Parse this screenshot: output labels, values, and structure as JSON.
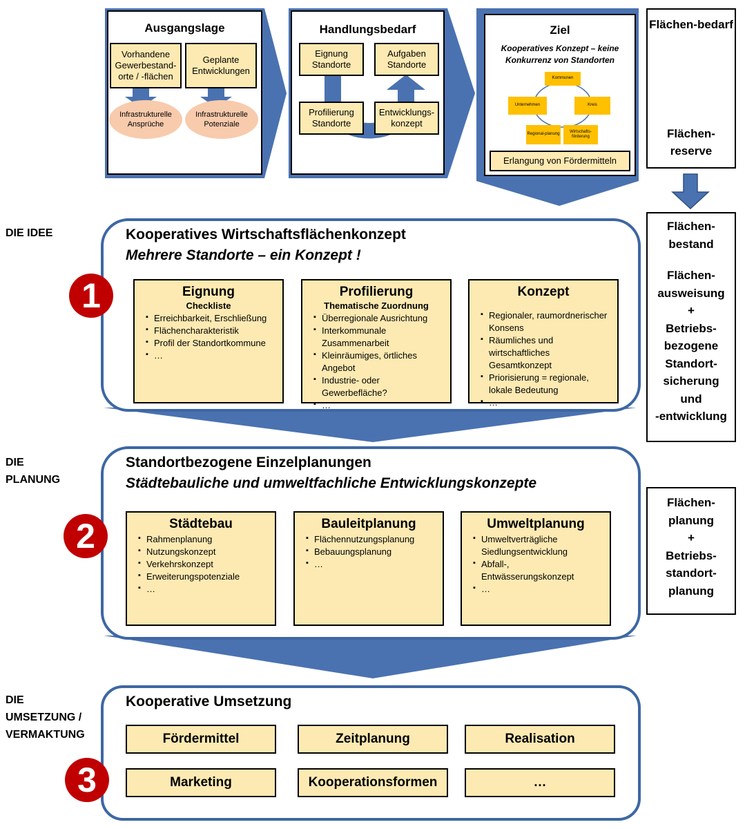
{
  "top": {
    "ausgangslage": {
      "title": "Ausgangslage",
      "box1": "Vorhandene Gewerbestand-orte / -flächen",
      "box2": "Geplante Entwicklungen",
      "ell1": "Infrastrukturelle Ansprüche",
      "ell2": "Infrastrukturelle Potenziale"
    },
    "handlungsbedarf": {
      "title": "Handlungsbedarf",
      "box1": "Eignung Standorte",
      "box2": "Aufgaben Standorte",
      "box3": "Profilierung Standorte",
      "box4": "Entwicklungs-konzept"
    },
    "ziel": {
      "title": "Ziel",
      "subtitle": "Kooperatives Konzept – keine Konkurrenz von Standorten",
      "nodes": [
        "Kommunen",
        "Unternehmen",
        "Kreis",
        "Regional-planung",
        "Wirtschafts-förderung"
      ],
      "footer": "Erlangung von Fördermitteln"
    }
  },
  "side": {
    "box1_top": "Flächen-bedarf",
    "box1_bottom": "Flächen-reserve",
    "box2": [
      "Flächen-",
      "bestand",
      "",
      "Flächen-",
      "ausweisung",
      "+",
      "Betriebs-",
      "bezogene",
      "Standort-",
      "sicherung",
      "und",
      "-entwicklung"
    ],
    "box3": [
      "Flächen-",
      "planung",
      "+",
      "Betriebs-",
      "standort-",
      "planung"
    ]
  },
  "labels": {
    "idee": "DIE IDEE",
    "planung": [
      "DIE",
      "PLANUNG"
    ],
    "umsetzung": [
      "DIE",
      "UMSETZUNG /",
      "VERMAKTUNG"
    ]
  },
  "section1": {
    "number": "1",
    "title": "Kooperatives Wirtschaftsflächenkonzept",
    "subtitle": "Mehrere Standorte – ein Konzept !",
    "boxes": [
      {
        "title": "Eignung",
        "sub": "Checkliste",
        "items": [
          "Erreichbarkeit, Erschließung",
          "Flächencharakteristik",
          "Profil der Standortkommune",
          "…"
        ]
      },
      {
        "title": "Profilierung",
        "sub": "Thematische Zuordnung",
        "items": [
          "Überregionale Ausrichtung",
          "Interkommunale Zusammenarbeit",
          "Kleinräumiges, örtliches Angebot",
          "Industrie- oder Gewerbefläche?",
          "…"
        ]
      },
      {
        "title": "Konzept",
        "sub": "",
        "items": [
          "Regionaler, raumordnerischer Konsens",
          "Räumliches und wirtschaftliches Gesamtkonzept",
          "Priorisierung = regionale, lokale Bedeutung",
          "…"
        ]
      }
    ]
  },
  "section2": {
    "number": "2",
    "title": "Standortbezogene Einzelplanungen",
    "subtitle": "Städtebauliche und umweltfachliche Entwicklungskonzepte",
    "boxes": [
      {
        "title": "Städtebau",
        "items": [
          "Rahmenplanung",
          "Nutzungskonzept",
          "Verkehrskonzept",
          "Erweiterungspotenziale",
          "…"
        ]
      },
      {
        "title": "Bauleitplanung",
        "items": [
          "Flächennutzungsplanung",
          "Bebauungsplanung",
          "…"
        ]
      },
      {
        "title": "Umweltplanung",
        "items": [
          "Umweltverträgliche Siedlungsentwicklung",
          "Abfall-, Entwässerungskonzept",
          "…"
        ]
      }
    ]
  },
  "section3": {
    "number": "3",
    "title": "Kooperative Umsetzung",
    "boxes": [
      "Fördermittel",
      "Zeitplanung",
      "Realisation",
      "Marketing",
      "Kooperationsformen",
      "…"
    ]
  },
  "colors": {
    "blue": "#4a72b0",
    "yellow": "#fdeab2",
    "orange": "#ffc000",
    "red": "#c00000",
    "salmon": "#f8cbad"
  }
}
